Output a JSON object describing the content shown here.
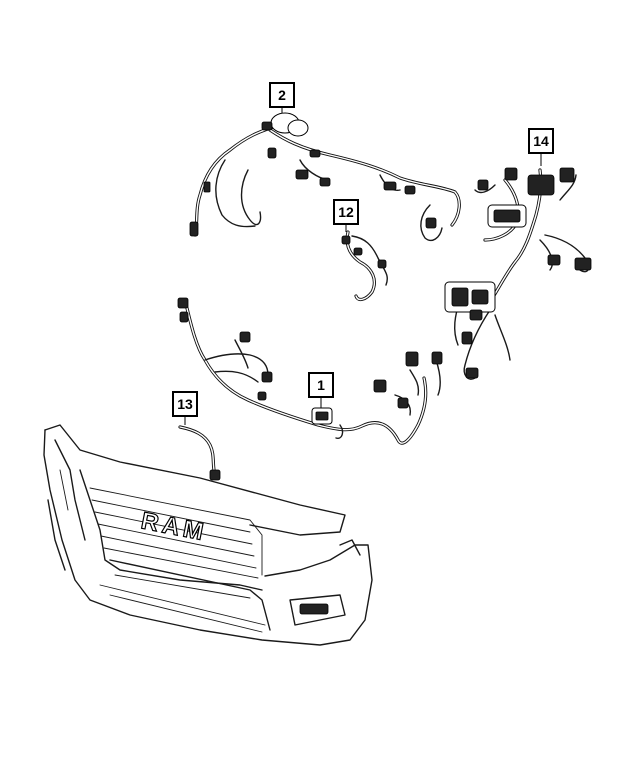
{
  "callouts": [
    {
      "id": "c2",
      "label": "2"
    },
    {
      "id": "c14",
      "label": "14"
    },
    {
      "id": "c12",
      "label": "12"
    },
    {
      "id": "c1",
      "label": "1"
    },
    {
      "id": "c13",
      "label": "13"
    }
  ],
  "grille_lettering": "RAM"
}
